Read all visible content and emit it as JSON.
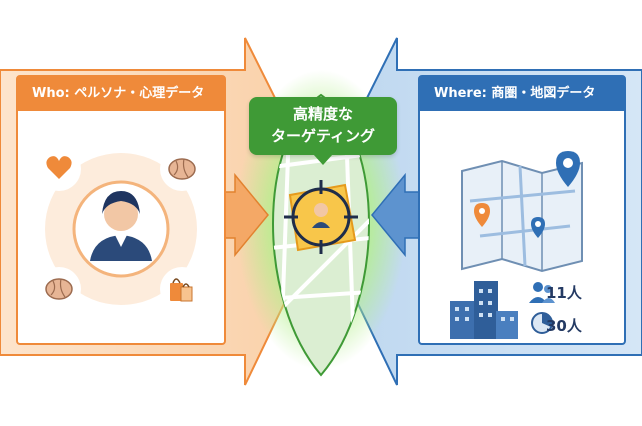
{
  "who": {
    "title": "Who: ペルソナ・心理データ",
    "color": "#ef8a3a",
    "icons": [
      "heart-icon",
      "brain-icon",
      "brain-icon",
      "shopping-bags-icon",
      "persona-avatar-icon"
    ]
  },
  "where": {
    "title": "Where: 商圏・地図データ",
    "color": "#2f6fb5",
    "icons": [
      "map-icon",
      "location-pin-icon",
      "building-icon",
      "people-icon",
      "pie-chart-icon"
    ],
    "stat_people": "11人",
    "stat_pie": "30人"
  },
  "center": {
    "line1": "高精度な",
    "line2": "ターゲティング",
    "color": "#3f9a36"
  }
}
